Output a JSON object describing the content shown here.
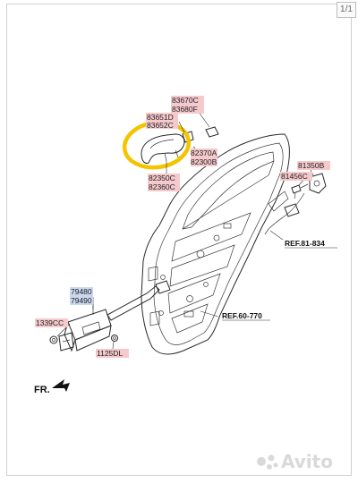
{
  "viewer": {
    "page_indicator": "1/1"
  },
  "labels": {
    "p83670C": "83670C",
    "p83680F": "83680F",
    "p83651D": "83651D",
    "p83652": "83652C",
    "p82370A": "82370A",
    "p82300B": "82300B",
    "p82350C": "82350C",
    "p82360C": "82360C",
    "p81350B": "81350B",
    "p81456C": "81456C",
    "p79480": "79480",
    "p79490": "79490",
    "p1339CC": "1339CC",
    "p1125DL": "1125DL"
  },
  "references": {
    "ref1": "REF.81-834",
    "ref2": "REF.60-770"
  },
  "direction": "FR.",
  "watermark": "Avito",
  "colors": {
    "highlight_ring": "#f5c400",
    "label_pink": "#f6c9cc",
    "label_blue": "#cbd7ef"
  }
}
